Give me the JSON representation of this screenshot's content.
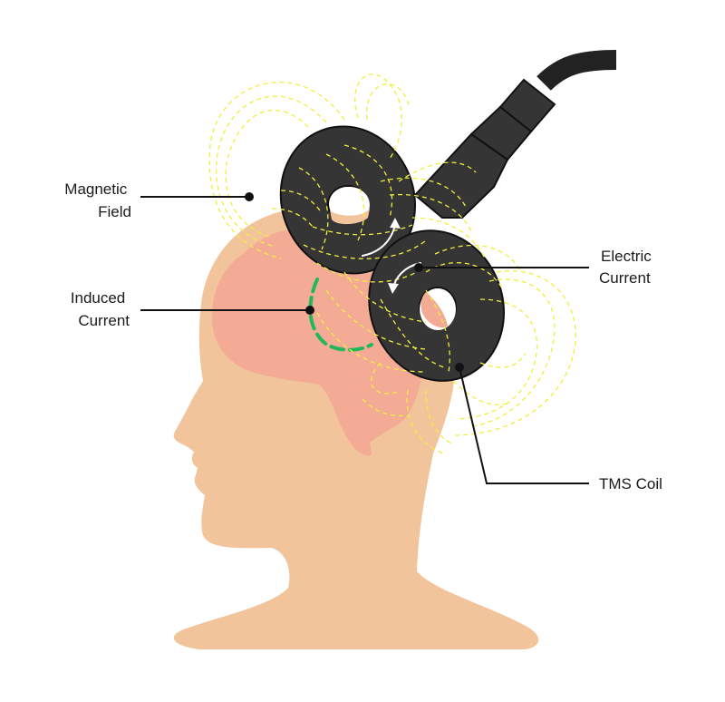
{
  "labels": {
    "magnetic_field": [
      "Magnetic",
      "Field"
    ],
    "induced_current": [
      "Induced",
      "Current"
    ],
    "electric_current": [
      "Electric",
      "Current"
    ],
    "tms_coil": "TMS Coil"
  },
  "colors": {
    "background": "#ffffff",
    "skin": "#f2c49c",
    "brain": "#f4ab96",
    "coil": "#353535",
    "cable": "#222222",
    "field_lines": "#f0ee3c",
    "induced_current": "#22b85a",
    "leader_lines": "#111111",
    "rotation_arrows": "#ffffff"
  }
}
